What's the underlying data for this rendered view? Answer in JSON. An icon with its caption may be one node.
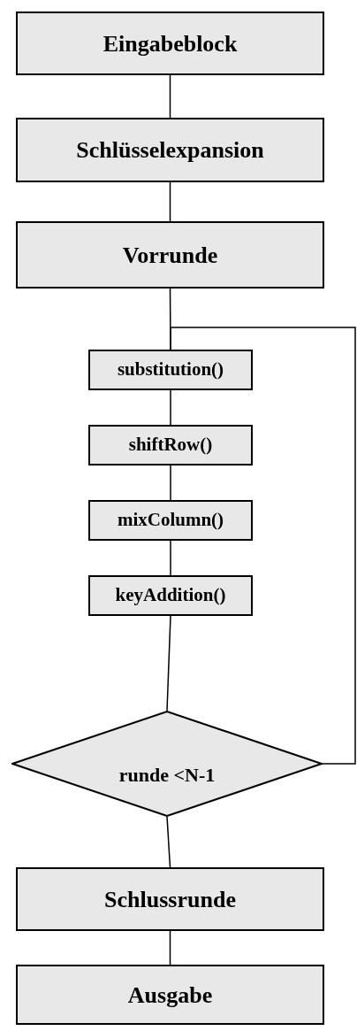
{
  "diagram": {
    "nodes": [
      {
        "text": [
          "Eingabeblock"
        ]
      },
      {
        "text": [
          "Schlüsselexpansion"
        ]
      },
      {
        "text": [
          "Vorrunde"
        ]
      },
      {
        "text": [
          "substitution()"
        ]
      },
      {
        "text": [
          "shiftRow()"
        ]
      },
      {
        "text": [
          "mixColumn()"
        ]
      },
      {
        "text": [
          "keyAddition()"
        ]
      },
      {
        "text": [
          "runde <N-1"
        ]
      },
      {
        "text": [
          "Schlussrunde"
        ]
      },
      {
        "text": [
          "Ausgabe"
        ]
      }
    ],
    "edges": [
      {
        "from": 0,
        "to": 1,
        "arrow": "none"
      },
      {
        "from": 1,
        "to": 2,
        "arrow": "none"
      },
      {
        "from": 2,
        "to": 3,
        "arrow": "none"
      },
      {
        "from": 3,
        "to": 4,
        "arrow": "none"
      },
      {
        "from": 4,
        "to": 5,
        "arrow": "none"
      },
      {
        "from": 5,
        "to": 6,
        "arrow": "none"
      },
      {
        "from": 6,
        "to": 7,
        "arrow": "none"
      },
      {
        "from": 7,
        "to": 3,
        "arrow": "none"
      },
      {
        "from": 7,
        "to": 8,
        "arrow": "none"
      },
      {
        "from": 8,
        "to": 9,
        "arrow": "none"
      }
    ]
  }
}
